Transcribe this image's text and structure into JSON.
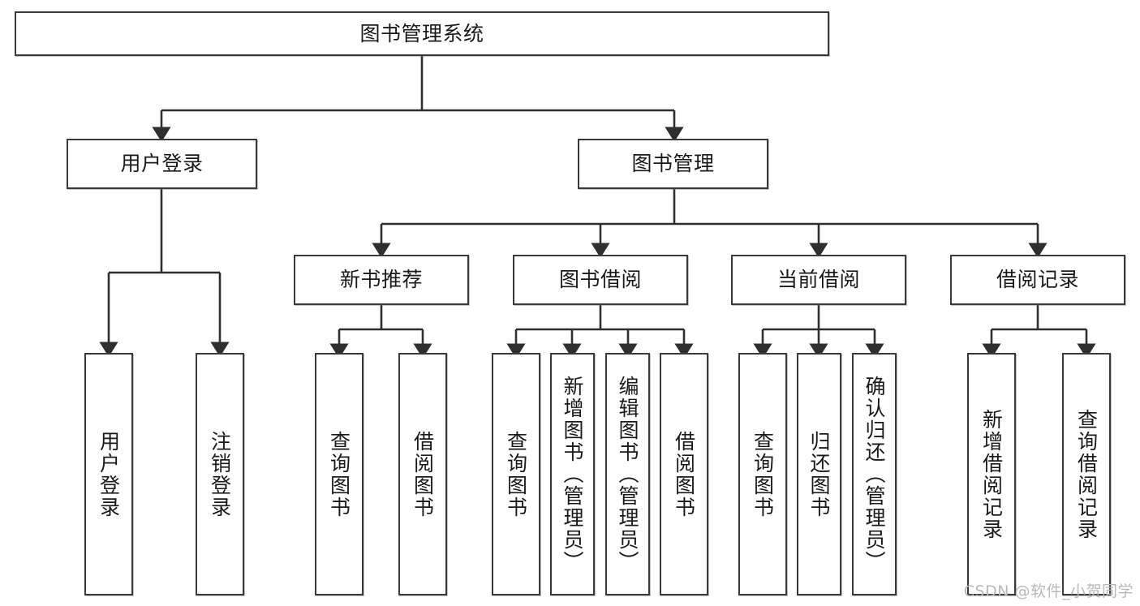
{
  "diagram": {
    "title": "图书管理系统",
    "type": "tree-hierarchy-chart",
    "watermark": "CSDN @软件_小贺同学",
    "colors": {
      "box_border": "#3a3a3a",
      "box_fill": "#ffffff",
      "edge": "#2f2f2f",
      "text": "#1a1a1a",
      "watermark": "#b9b9b9"
    },
    "nodes": {
      "root": {
        "label": "图书管理系统"
      },
      "level2": [
        {
          "label": "用户登录"
        },
        {
          "label": "图书管理"
        }
      ],
      "level3": [
        {
          "label": "新书推荐"
        },
        {
          "label": "图书借阅"
        },
        {
          "label": "当前借阅"
        },
        {
          "label": "借阅记录"
        }
      ],
      "leaves": {
        "user_login": [
          {
            "label": "用户登录"
          },
          {
            "label": "注销登录"
          }
        ],
        "new_book_recommend": [
          {
            "label": "查询图书"
          },
          {
            "label": "借阅图书"
          }
        ],
        "book_borrow": [
          {
            "label": "查询图书"
          },
          {
            "label": "新增图书（管理员）"
          },
          {
            "label": "编辑图书（管理员）"
          },
          {
            "label": "借阅图书"
          }
        ],
        "current_borrow": [
          {
            "label": "查询图书"
          },
          {
            "label": "归还图书"
          },
          {
            "label": "确认归还（管理员）"
          }
        ],
        "borrow_record": [
          {
            "label": "新增借阅记录"
          },
          {
            "label": "查询借阅记录"
          }
        ]
      }
    }
  }
}
